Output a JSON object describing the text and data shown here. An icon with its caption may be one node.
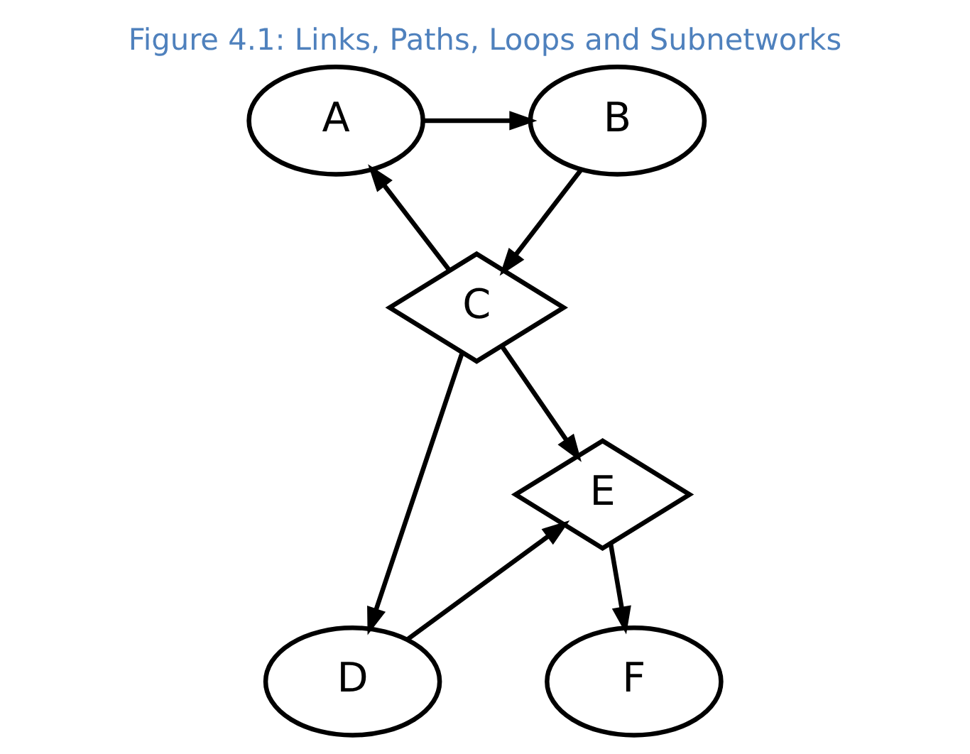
{
  "diagram": {
    "title": "Figure 4.1: Links, Paths, Loops and Subnetworks",
    "nodes": [
      {
        "text": [
          "A"
        ]
      },
      {
        "text": [
          "B"
        ]
      },
      {
        "text": [
          "C"
        ]
      },
      {
        "text": [
          "F"
        ]
      },
      {
        "text": [
          "D"
        ]
      },
      {
        "text": [
          "E"
        ]
      }
    ],
    "edges": [
      {
        "from": 0,
        "to": 1,
        "arrow": "to"
      },
      {
        "from": 2,
        "to": 0,
        "arrow": "to"
      },
      {
        "from": 1,
        "to": 2,
        "arrow": "to"
      },
      {
        "from": 2,
        "to": 4,
        "arrow": "to"
      },
      {
        "from": 2,
        "to": 5,
        "arrow": "to"
      },
      {
        "from": 4,
        "to": 5,
        "arrow": "to"
      },
      {
        "from": 5,
        "to": 3,
        "arrow": "to"
      }
    ]
  }
}
